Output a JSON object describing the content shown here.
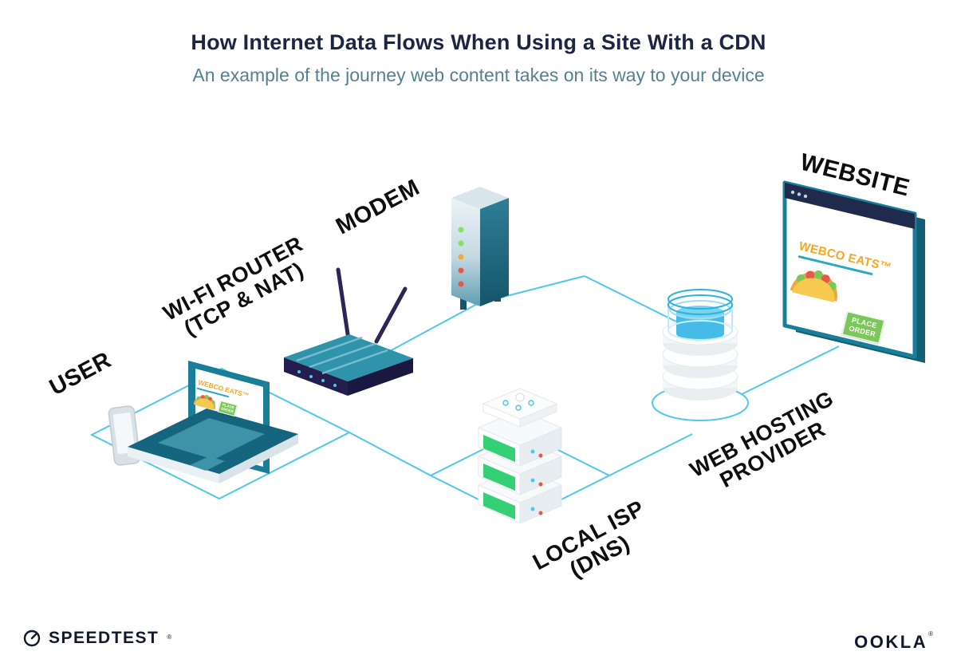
{
  "header": {
    "title": "How Internet Data Flows When Using a Site With a CDN",
    "subtitle": "An example of the journey web content takes on its way to your device"
  },
  "labels": {
    "user": "USER",
    "router_line1": "WI-FI ROUTER",
    "router_line2": "(TCP & NAT)",
    "modem": "MODEM",
    "website": "WEBSITE",
    "hosting_line1": "WEB HOSTING",
    "hosting_line2": "PROVIDER",
    "isp_line1": "LOCAL ISP",
    "isp_line2": "(DNS)"
  },
  "webco": {
    "brand": "WEBCO EATS™",
    "button_line1": "PLACE",
    "button_line2": "ORDER",
    "taco_icon": "taco-icon"
  },
  "footer": {
    "speedtest": "SPEEDTEST",
    "speedtest_mark": "®",
    "speedtest_icon": "gauge-icon",
    "ookla": "OOKLA",
    "ookla_mark": "®"
  },
  "colors": {
    "accent_cyan": "#4FC8EA",
    "teal_frame": "#1B7E98",
    "navy": "#1D2545",
    "subtitle_teal": "#55808E",
    "green_panel": "#35D073",
    "button_green": "#7CC75A",
    "brand_orange": "#F5A623",
    "led_red": "#E8574C",
    "led_amber": "#F2A93B",
    "led_green": "#8BE05A"
  }
}
